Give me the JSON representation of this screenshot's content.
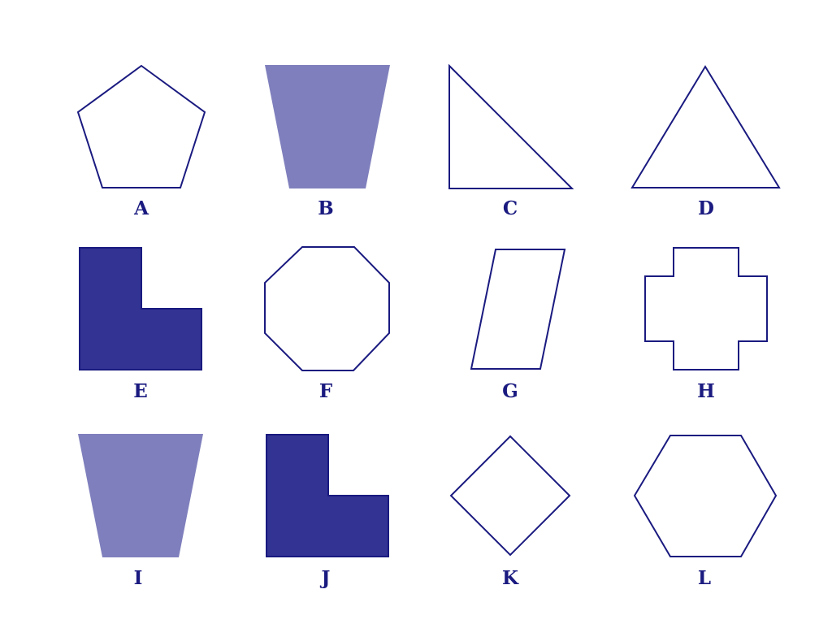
{
  "colors": {
    "stroke": "#1a1a80",
    "fill_light": "#7f7fbd",
    "fill_dark": "#333394",
    "label": "#1a1a80",
    "background": "#ffffff"
  },
  "shapes": [
    {
      "label": "A",
      "shape": "pentagon",
      "fill": "none"
    },
    {
      "label": "B",
      "shape": "trapezoid",
      "fill": "light"
    },
    {
      "label": "C",
      "shape": "right-triangle",
      "fill": "none"
    },
    {
      "label": "D",
      "shape": "triangle",
      "fill": "none"
    },
    {
      "label": "E",
      "shape": "l-shape",
      "fill": "dark"
    },
    {
      "label": "F",
      "shape": "octagon",
      "fill": "none"
    },
    {
      "label": "G",
      "shape": "parallelogram",
      "fill": "none"
    },
    {
      "label": "H",
      "shape": "cross",
      "fill": "none"
    },
    {
      "label": "I",
      "shape": "trapezoid",
      "fill": "light"
    },
    {
      "label": "J",
      "shape": "l-shape",
      "fill": "dark"
    },
    {
      "label": "K",
      "shape": "diamond",
      "fill": "none"
    },
    {
      "label": "L",
      "shape": "hexagon",
      "fill": "none"
    }
  ]
}
